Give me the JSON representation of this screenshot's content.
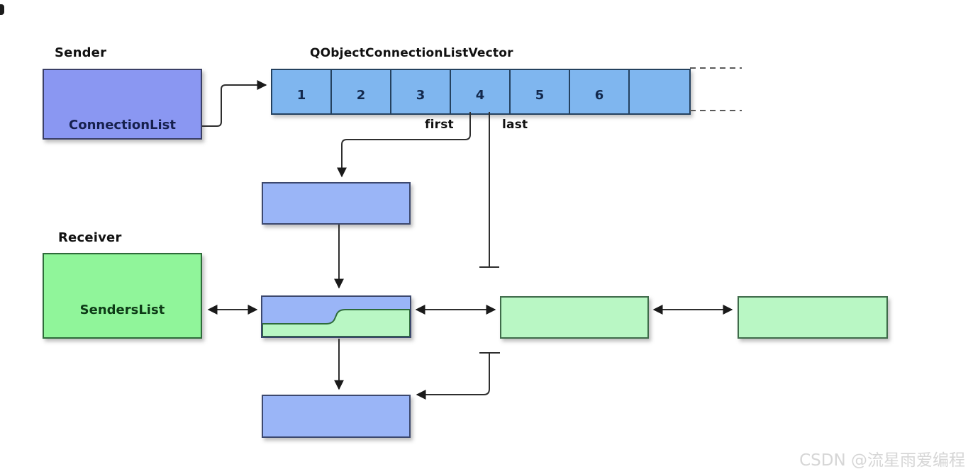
{
  "labels": {
    "sender": "Sender",
    "receiver": "Receiver",
    "vector_title": "QObjectConnectionListVector",
    "first": "first",
    "last": "last"
  },
  "boxes": {
    "connection_list": "ConnectionList",
    "senders_list": "SendersList"
  },
  "vector": {
    "cells": [
      "1",
      "2",
      "3",
      "4",
      "5",
      "6",
      ""
    ]
  },
  "watermark": "CSDN @流星雨爱编程",
  "colors": {
    "sender_fill": "#8a97f2",
    "receiver_fill": "#90f59a",
    "vector_cell_fill": "#7fb6ef",
    "node_blue_fill": "#9ab5f7",
    "node_green_fill": "#b9f7c4",
    "line": "#2e2e2e",
    "watermark_gray": "#d6d6d6"
  }
}
